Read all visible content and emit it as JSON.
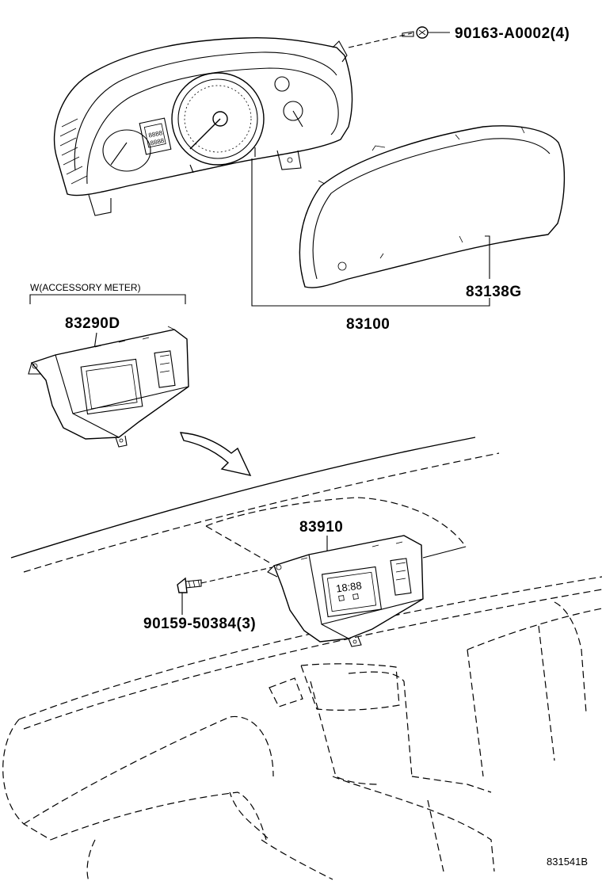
{
  "labels": {
    "screw_top": "90163-A0002(4)",
    "lens": "83138G",
    "meter_assy": "83100",
    "note_accessory": "W(ACCESSORY METER)",
    "accessory_meter": "83290D",
    "clock": "83910",
    "screw_bottom": "90159-50384(3)",
    "figure_code": "831541B"
  },
  "display": {
    "clock_readout": "18:88"
  }
}
